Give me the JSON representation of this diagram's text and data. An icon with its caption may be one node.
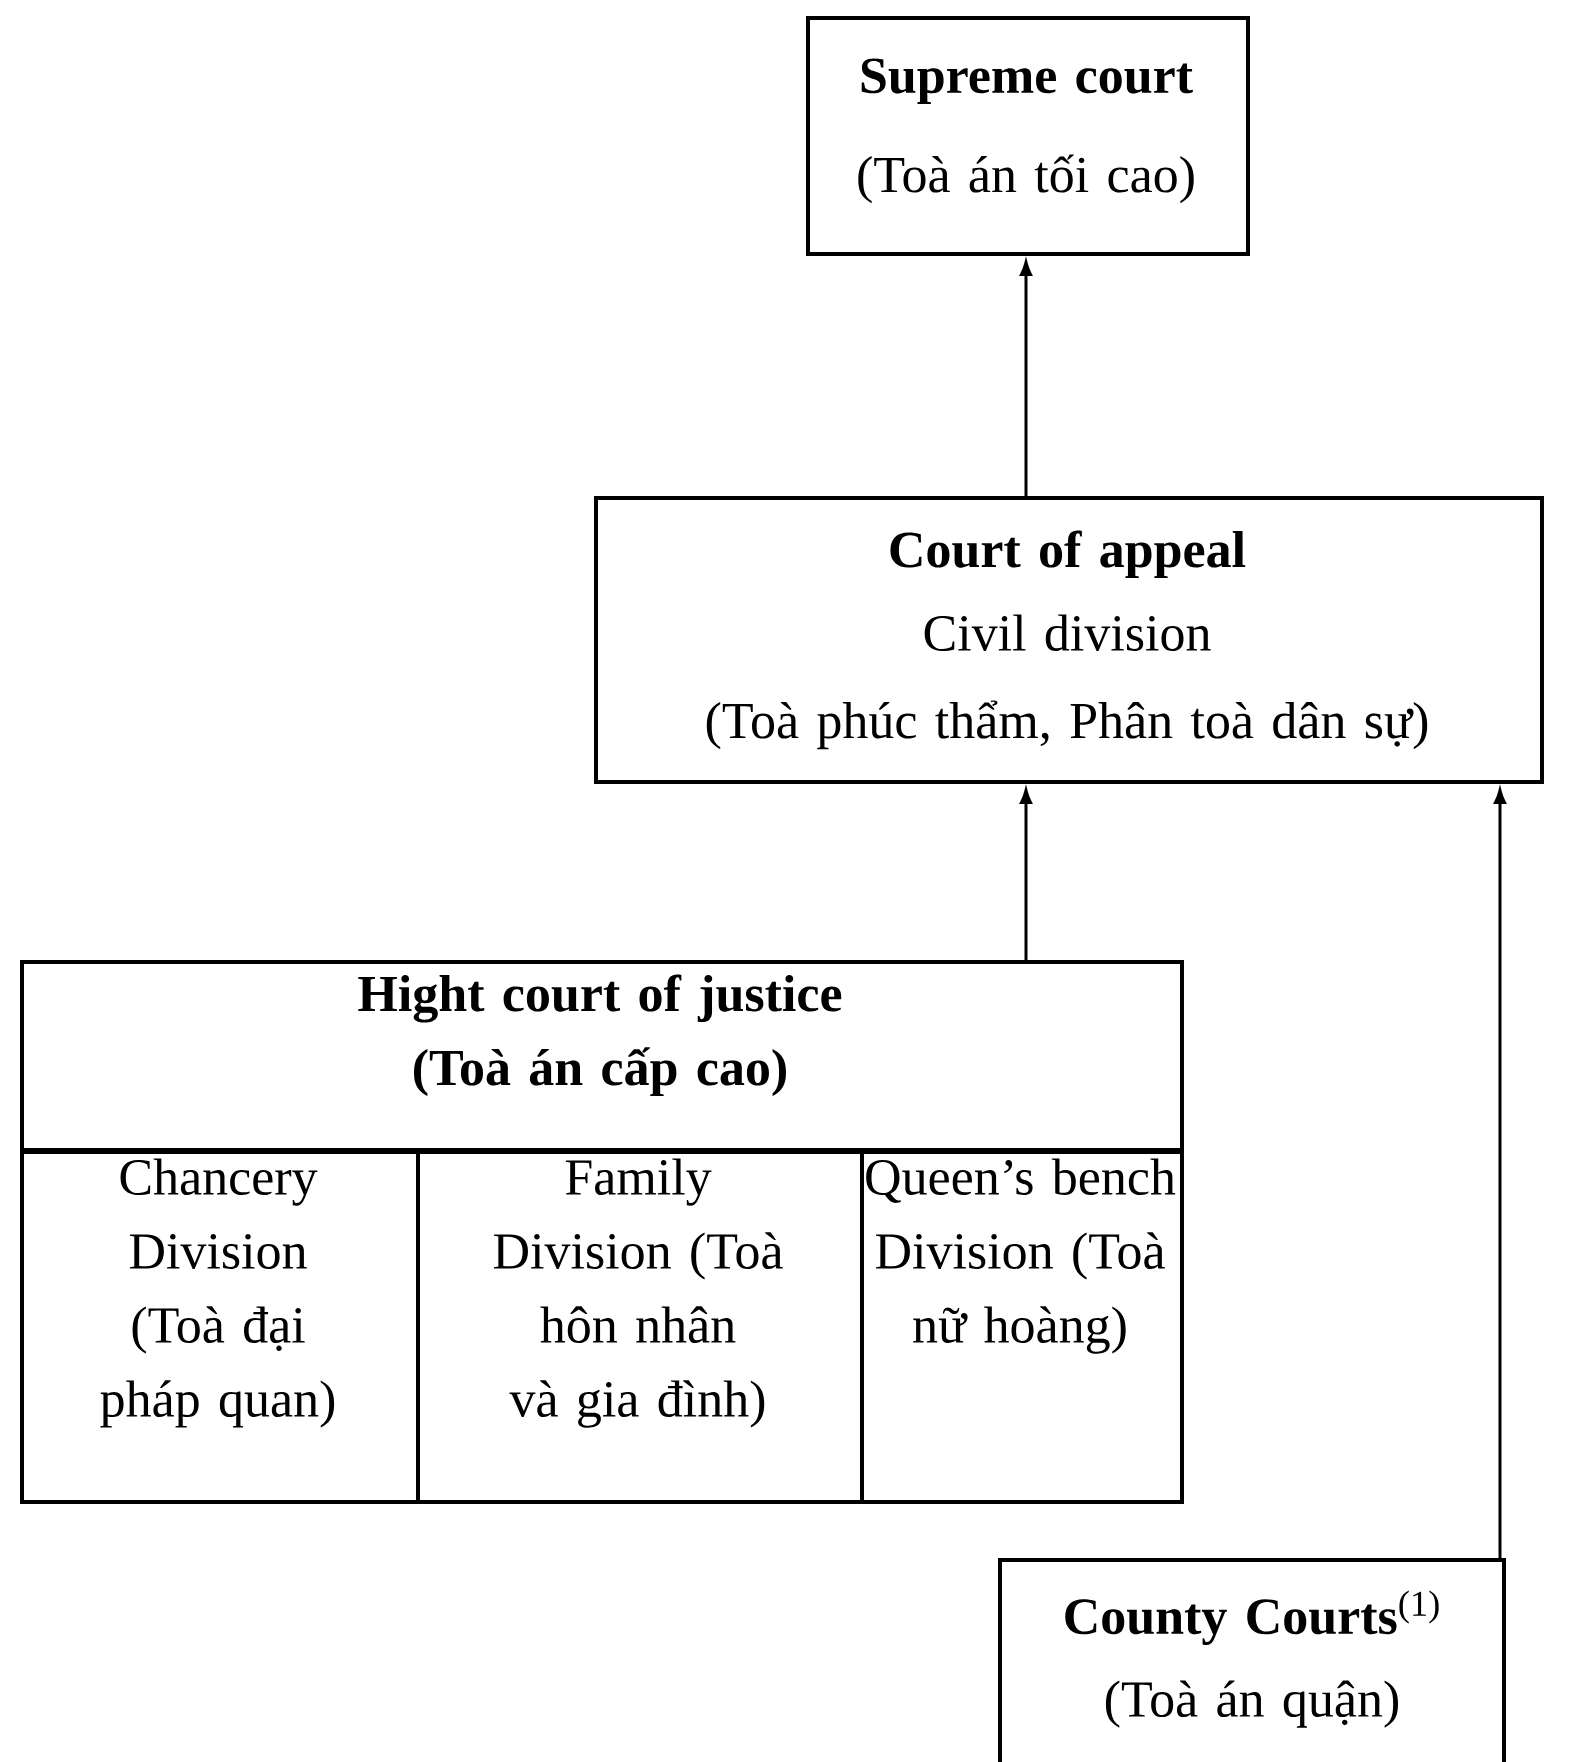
{
  "diagram": {
    "nodes": [
      {
        "text": [
          "Supreme court",
          "(Toà án tối cao)"
        ]
      },
      {
        "text": [
          "Court of appeal",
          "Civil division",
          "(Toà phúc thẩm, Phân toà dân sự)"
        ]
      },
      {
        "text": [
          "Hight court of justice (Toà án cấp cao)"
        ]
      },
      {
        "text": [
          "Chancery Division (Toà đại pháp quan)"
        ],
        "in": 2
      },
      {
        "text": [
          "Family Division (Toà hôn nhân và gia đình)"
        ],
        "in": 2
      },
      {
        "text": [
          "Queen’s bench Division (Toà nữ hoàng)"
        ],
        "in": 2
      },
      {
        "text": [
          "**County Courts**$^{(1)}$",
          "(Toà án quận)"
        ]
      }
    ],
    "edges": [
      {
        "from": 1,
        "to": 0,
        "arrow": "to"
      },
      {
        "from": 2,
        "to": 1,
        "arrow": "to"
      },
      {
        "from": 6,
        "to": 1,
        "arrow": "to"
      }
    ]
  }
}
